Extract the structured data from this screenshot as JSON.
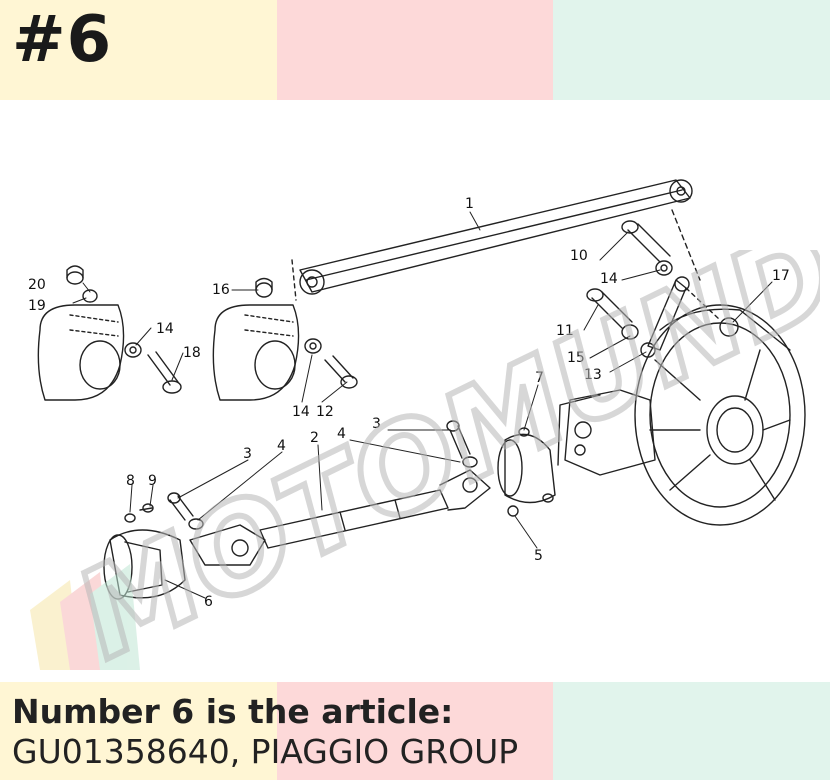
{
  "badge": "#6",
  "caption": {
    "line1": "Number 6 is the article:",
    "line2": "GU01358640, PIAGGIO GROUP"
  },
  "watermark_text": "MOTOMUNDIA",
  "colors": {
    "yellow": "#fff6d4",
    "pink": "#fdd9d9",
    "mint": "#e1f4ec",
    "line": "#222222"
  },
  "labels": {
    "n1": "1",
    "n2": "2",
    "n3a": "3",
    "n3b": "3",
    "n4a": "4",
    "n4b": "4",
    "n5": "5",
    "n6": "6",
    "n7": "7",
    "n8": "8",
    "n9": "9",
    "n10": "10",
    "n11": "11",
    "n12": "12",
    "n13": "13",
    "n14a": "14",
    "n14b": "14",
    "n14c": "14",
    "n15": "15",
    "n16": "16",
    "n17": "17",
    "n18": "18",
    "n19": "19",
    "n20": "20"
  }
}
